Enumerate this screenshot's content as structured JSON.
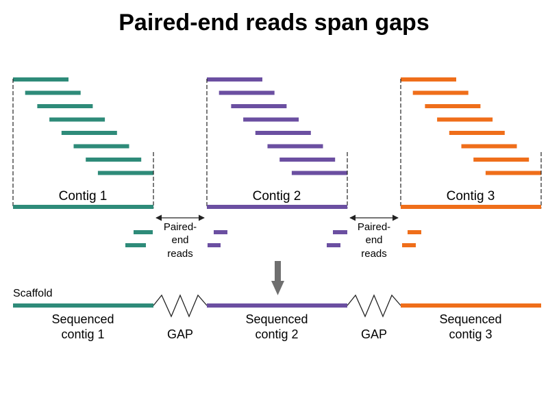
{
  "title": "Paired-end reads span gaps",
  "colors": {
    "contig1": "#2E8B79",
    "contig2": "#6B4FA1",
    "contig3": "#EF6E1A",
    "arrow": "#6f6f6f",
    "line": "#222222"
  },
  "contigs": [
    {
      "label": "Contig 1",
      "seq_label_line1": "Sequenced",
      "seq_label_line2": "contig 1",
      "color_key": "contig1"
    },
    {
      "label": "Contig 2",
      "seq_label_line1": "Sequenced",
      "seq_label_line2": "contig 2",
      "color_key": "contig2"
    },
    {
      "label": "Contig 3",
      "seq_label_line1": "Sequenced",
      "seq_label_line2": "contig 3",
      "color_key": "contig3"
    }
  ],
  "paired_end_labels": [
    {
      "line1": "Paired-",
      "line2": "end",
      "line3": "reads"
    },
    {
      "line1": "Paired-",
      "line2": "end",
      "line3": "reads"
    }
  ],
  "scaffold_label": "Scaffold",
  "gap_labels": [
    "GAP",
    "GAP"
  ]
}
